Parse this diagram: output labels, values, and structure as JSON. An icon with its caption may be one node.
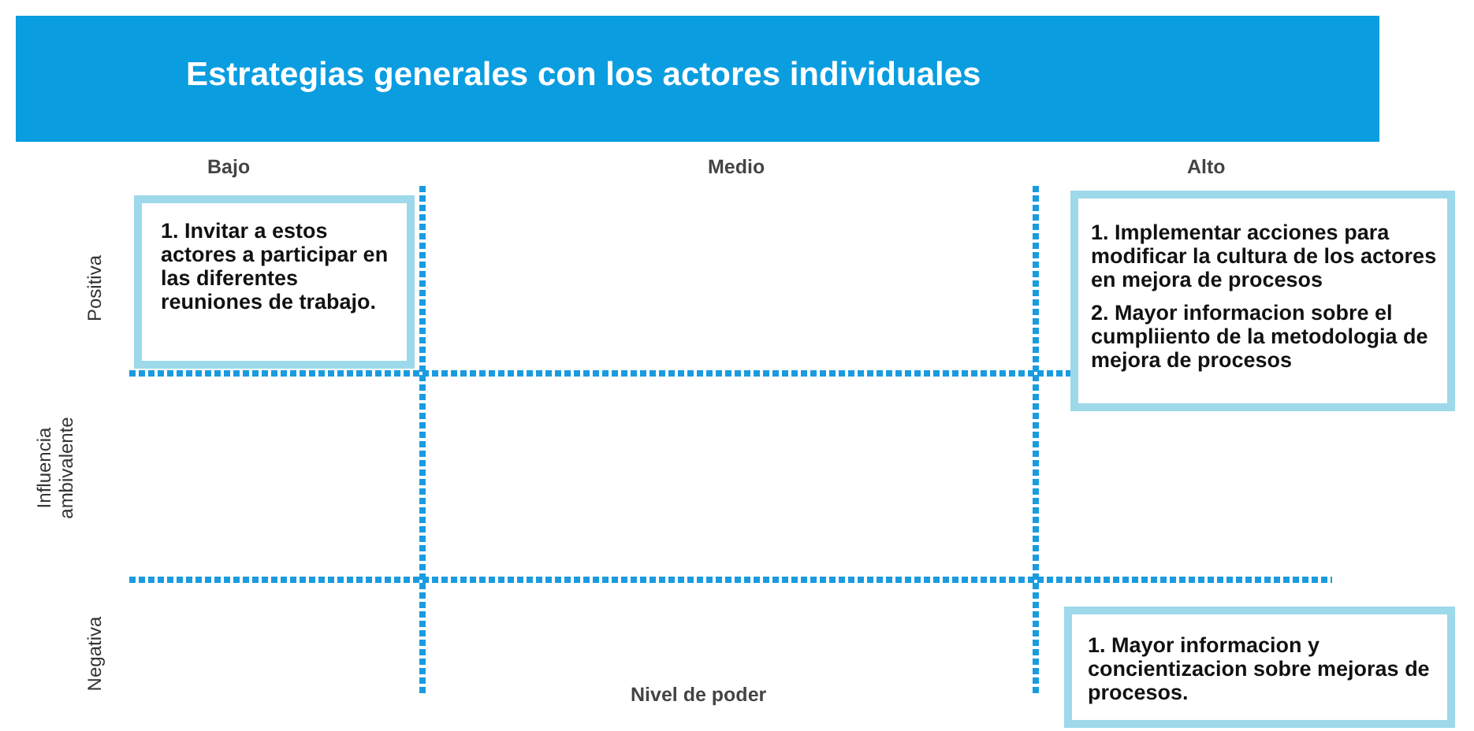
{
  "diagram": {
    "title": "Estrategias generales con los actores individuales",
    "nodes": [
      {
        "text": [
          "1. Invitar a estos actores a participar en las diferentes reuniones de trabajo."
        ]
      },
      {
        "text": [
          "1.  Implementar acciones para modificar la cultura de los actores en mejora de procesos",
          "2.  Mayor informacion sobre el cumpliiento de la metodologia de mejora de procesos"
        ]
      },
      {
        "text": [
          "1. Mayor informacion y concientizacion sobre mejoras de procesos."
        ]
      }
    ],
    "edges": [],
    "labels": [
      "Bajo",
      "Medio",
      "Alto",
      "Positiva",
      "Influencia ambivalente",
      "Negativa",
      "Nivel de poder"
    ]
  }
}
